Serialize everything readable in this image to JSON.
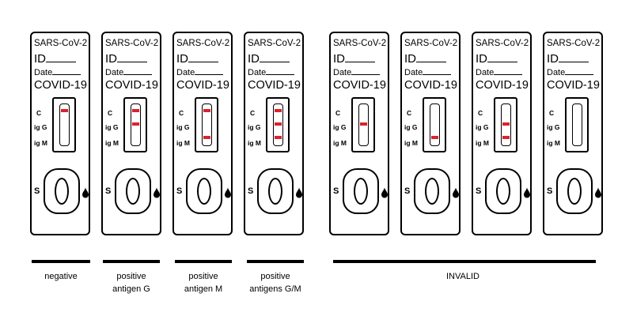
{
  "card_text": {
    "title": "SARS-CoV-2",
    "id_label": "ID",
    "date_label": "Date",
    "test_name": "COVID-19",
    "label_c": "C",
    "label_igg": "ig G",
    "label_igm": "ig M",
    "label_s": "S"
  },
  "band_color": "#d9232e",
  "cassettes": [
    {
      "bands": {
        "c": true,
        "igg": false,
        "igm": false
      }
    },
    {
      "bands": {
        "c": true,
        "igg": true,
        "igm": false
      }
    },
    {
      "bands": {
        "c": true,
        "igg": false,
        "igm": true
      }
    },
    {
      "bands": {
        "c": true,
        "igg": true,
        "igm": true
      }
    },
    {
      "bands": {
        "c": false,
        "igg": true,
        "igm": false
      }
    },
    {
      "bands": {
        "c": false,
        "igg": false,
        "igm": true
      }
    },
    {
      "bands": {
        "c": false,
        "igg": true,
        "igm": true
      }
    },
    {
      "bands": {
        "c": false,
        "igg": false,
        "igm": false
      }
    }
  ],
  "captions": {
    "negative": "negative",
    "pos_g": [
      "positive",
      "antigen G"
    ],
    "pos_m": [
      "positive",
      "antigen M"
    ],
    "pos_gm": [
      "positive",
      "antigens G/M"
    ],
    "invalid": "INVALID"
  }
}
